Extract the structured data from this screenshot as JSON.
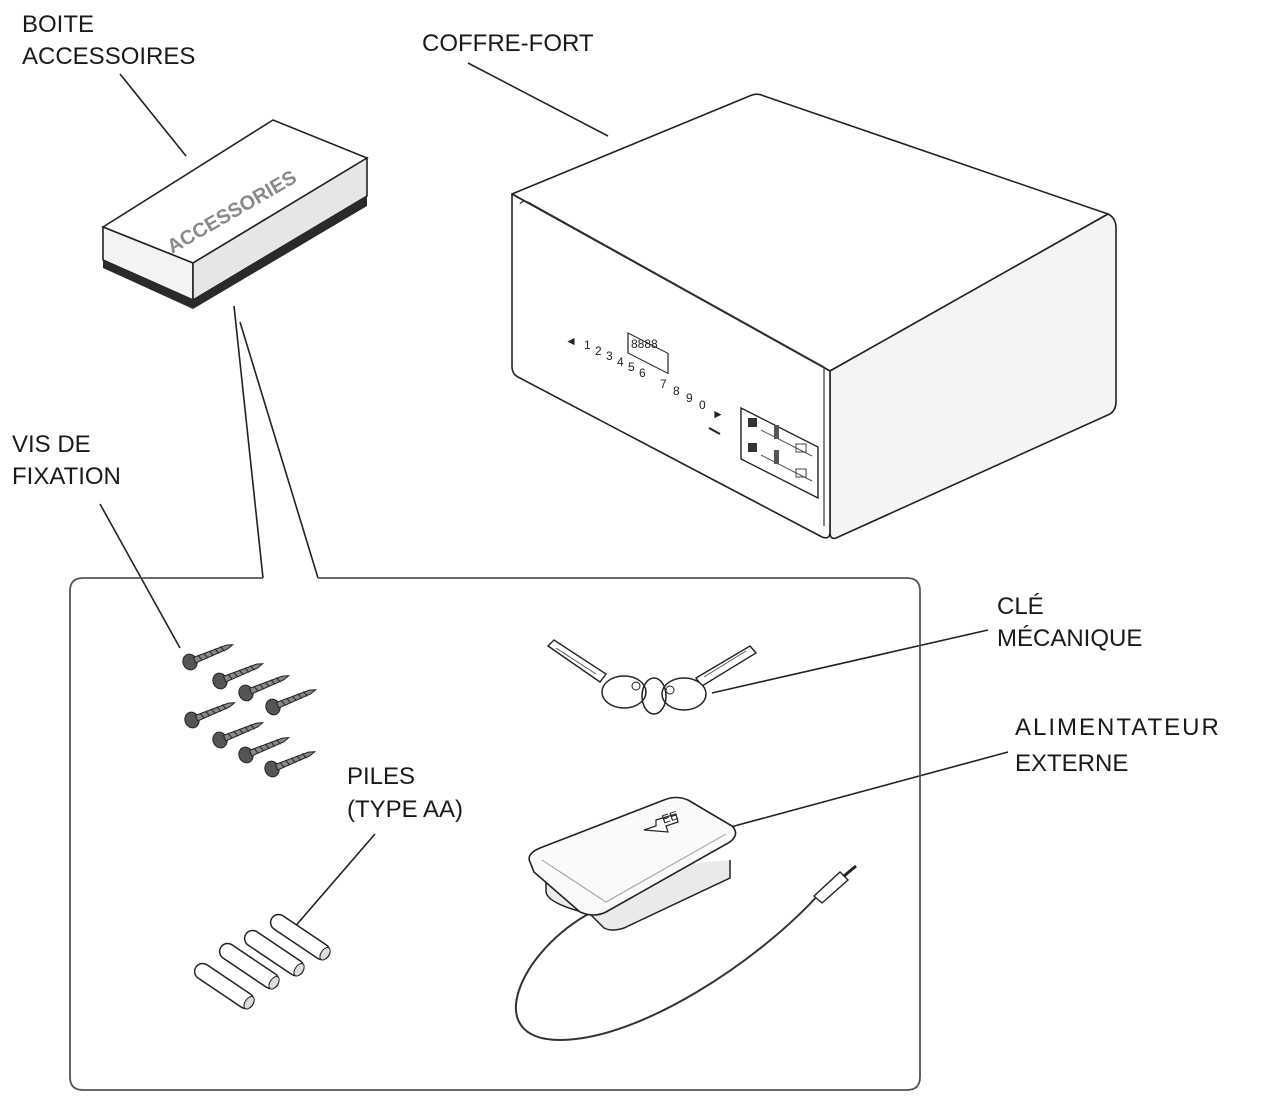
{
  "labels": {
    "accessory_box": [
      "BOITE",
      "ACCESSOIRES"
    ],
    "safe": [
      "COFFRE-FORT"
    ],
    "screws": [
      "VIS DE",
      "FIXATION"
    ],
    "keys": [
      "CLÉ",
      "MÉCANIQUE"
    ],
    "power_supply": [
      "ALIMENTATEUR",
      "EXTERNE"
    ],
    "batteries": [
      "PILES",
      "(TYPE AA)"
    ]
  },
  "box_text": "ACCESSORIES",
  "keypad": {
    "display": "8888",
    "digits": [
      "1",
      "2",
      "3",
      "4",
      "5",
      "6",
      "7",
      "8",
      "9",
      "0"
    ]
  },
  "power_label": "EE"
}
